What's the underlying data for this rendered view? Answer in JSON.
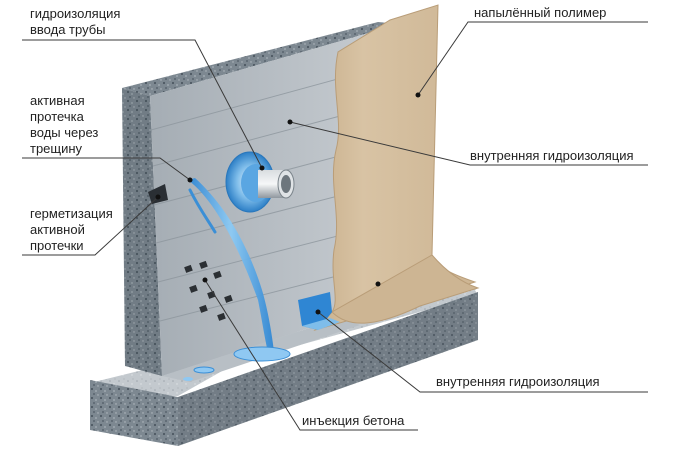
{
  "labels": {
    "pipe_waterproofing": [
      "гидроизоляция",
      "ввода трубы"
    ],
    "active_leak": [
      "активная",
      "протечка",
      "воды через",
      "трещину"
    ],
    "leak_sealing": [
      "герметизация",
      "активной",
      "протечки"
    ],
    "sprayed_polymer": "напылённый полимер",
    "internal_waterproofing_wall": "внутренняя гидроизоляция",
    "internal_waterproofing_floor": "внутренняя гидроизоляция",
    "concrete_injection": "инъекция бетона"
  },
  "colors": {
    "concrete_light": "#c9ced3",
    "concrete_mid": "#9aa3ab",
    "concrete_dark": "#5e6a74",
    "polymer": "#d6c1a2",
    "polymer_edge": "#b99d78",
    "water": "#3b8fd6",
    "water_light": "#a9d4f5",
    "leader": "#3a3a3a"
  }
}
